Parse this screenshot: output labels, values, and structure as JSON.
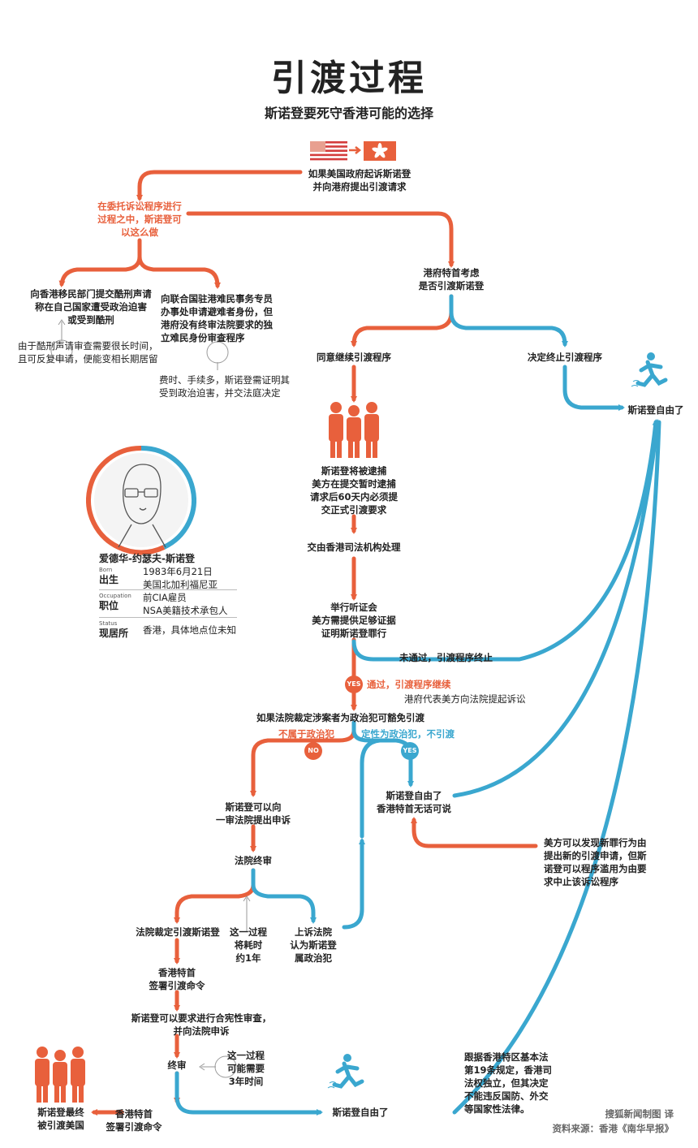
{
  "title": "引渡过程",
  "subtitle": "斯诺登要死守香港可能的选择",
  "colors": {
    "orange": "#e8603c",
    "blue": "#3aa7cf"
  },
  "flags": {
    "from": "us-flag-icon",
    "to": "hong-kong-flag-icon"
  },
  "nodes": {
    "start": "如果美国政府起诉斯诺登\n并向港府提出引渡请求",
    "entrust": "在委托诉讼程序进行\n过程之中，斯诺登可\n以这么做",
    "option_torture": "向香港移民部门提交酷刑声请\n称在自己国家遭受政治迫害\n或受到酷刑",
    "option_unhcr": "向联合国驻港难民事务专员\n办事处申请避难者身份，但\n港府没有终审法院要求的独\n立难民身份审查程序",
    "note_torture": "由于酷刑声请审查需要很长时间，\n且可反复申请，便能变相长期居留",
    "note_unhcr": "费时、手续多，斯诺登需证明其\n受到政治迫害，并交法庭决定",
    "ce_consider": "港府特首考虑\n是否引渡斯诺登",
    "agree": "同意继续引渡程序",
    "terminate": "决定终止引渡程序",
    "free1": "斯诺登自由了",
    "arrest": "斯诺登将被逮捕\n美方在提交暂时逮捕\n请求后60天内必须提\n交正式引渡要求",
    "judiciary": "交由香港司法机构处理",
    "hearing": "举行听证会\n美方需提供足够证据\n证明斯诺登罪行",
    "fail": "未通过，引渡程序终止",
    "pass": "通过，引渡程序继续",
    "govt_represent": "港府代表美方向法院提起诉讼",
    "political_q": "如果法院裁定涉案者为政治犯可豁免引渡",
    "not_political": "不属于政治犯",
    "political": "定性为政治犯，不引渡",
    "free2": "斯诺登自由了\n香港特首无话可说",
    "new_crime": "美方可以发现新罪行为由\n提出新的引渡申请，但斯\n诺登可以程序滥用为由要\n求中止该诉讼程序",
    "appeal": "斯诺登可以向\n一审法院提出申诉",
    "final_court": "法院终审",
    "ruled_extradite": "法院裁定引渡斯诺登",
    "takes_time": "这一过程\n将耗时\n约1年",
    "appeal_court": "上诉法院\n认为斯诺登\n属政治犯",
    "ce_sign": "香港特首\n签署引渡命令",
    "constitutional": "斯诺登可以要求进行合宪性审查，\n并向法院申诉",
    "final": "终审",
    "takes_3y": "这一过程\n可能需要\n3年时间",
    "extradited": "斯诺登最终\n被引渡美国",
    "ce_sign2": "香港特首\n签署引渡命令",
    "free3": "斯诺登自由了",
    "basic_law": "跟据香港特区基本法\n第19条规定，香港司\n法权独立，但其决定\n不能违反国防、外交\n等国家性法律。"
  },
  "badges": {
    "yes": "YES",
    "no": "NO"
  },
  "profile": {
    "name": "爱德华-约瑟夫-斯诺登",
    "rows": [
      {
        "en": "Born",
        "cn": "出生",
        "value": "1983年6月21日\n美国北加利福尼亚"
      },
      {
        "en": "Occupation",
        "cn": "职位",
        "value": "前CIA雇员\nNSA美籍技术承包人"
      },
      {
        "en": "Status",
        "cn": "现居所",
        "value": "香港，具体地点位未知"
      }
    ]
  },
  "credits": {
    "line1": "搜狐新闻制图 译",
    "line2": "资料来源：香港《南华早报》"
  }
}
